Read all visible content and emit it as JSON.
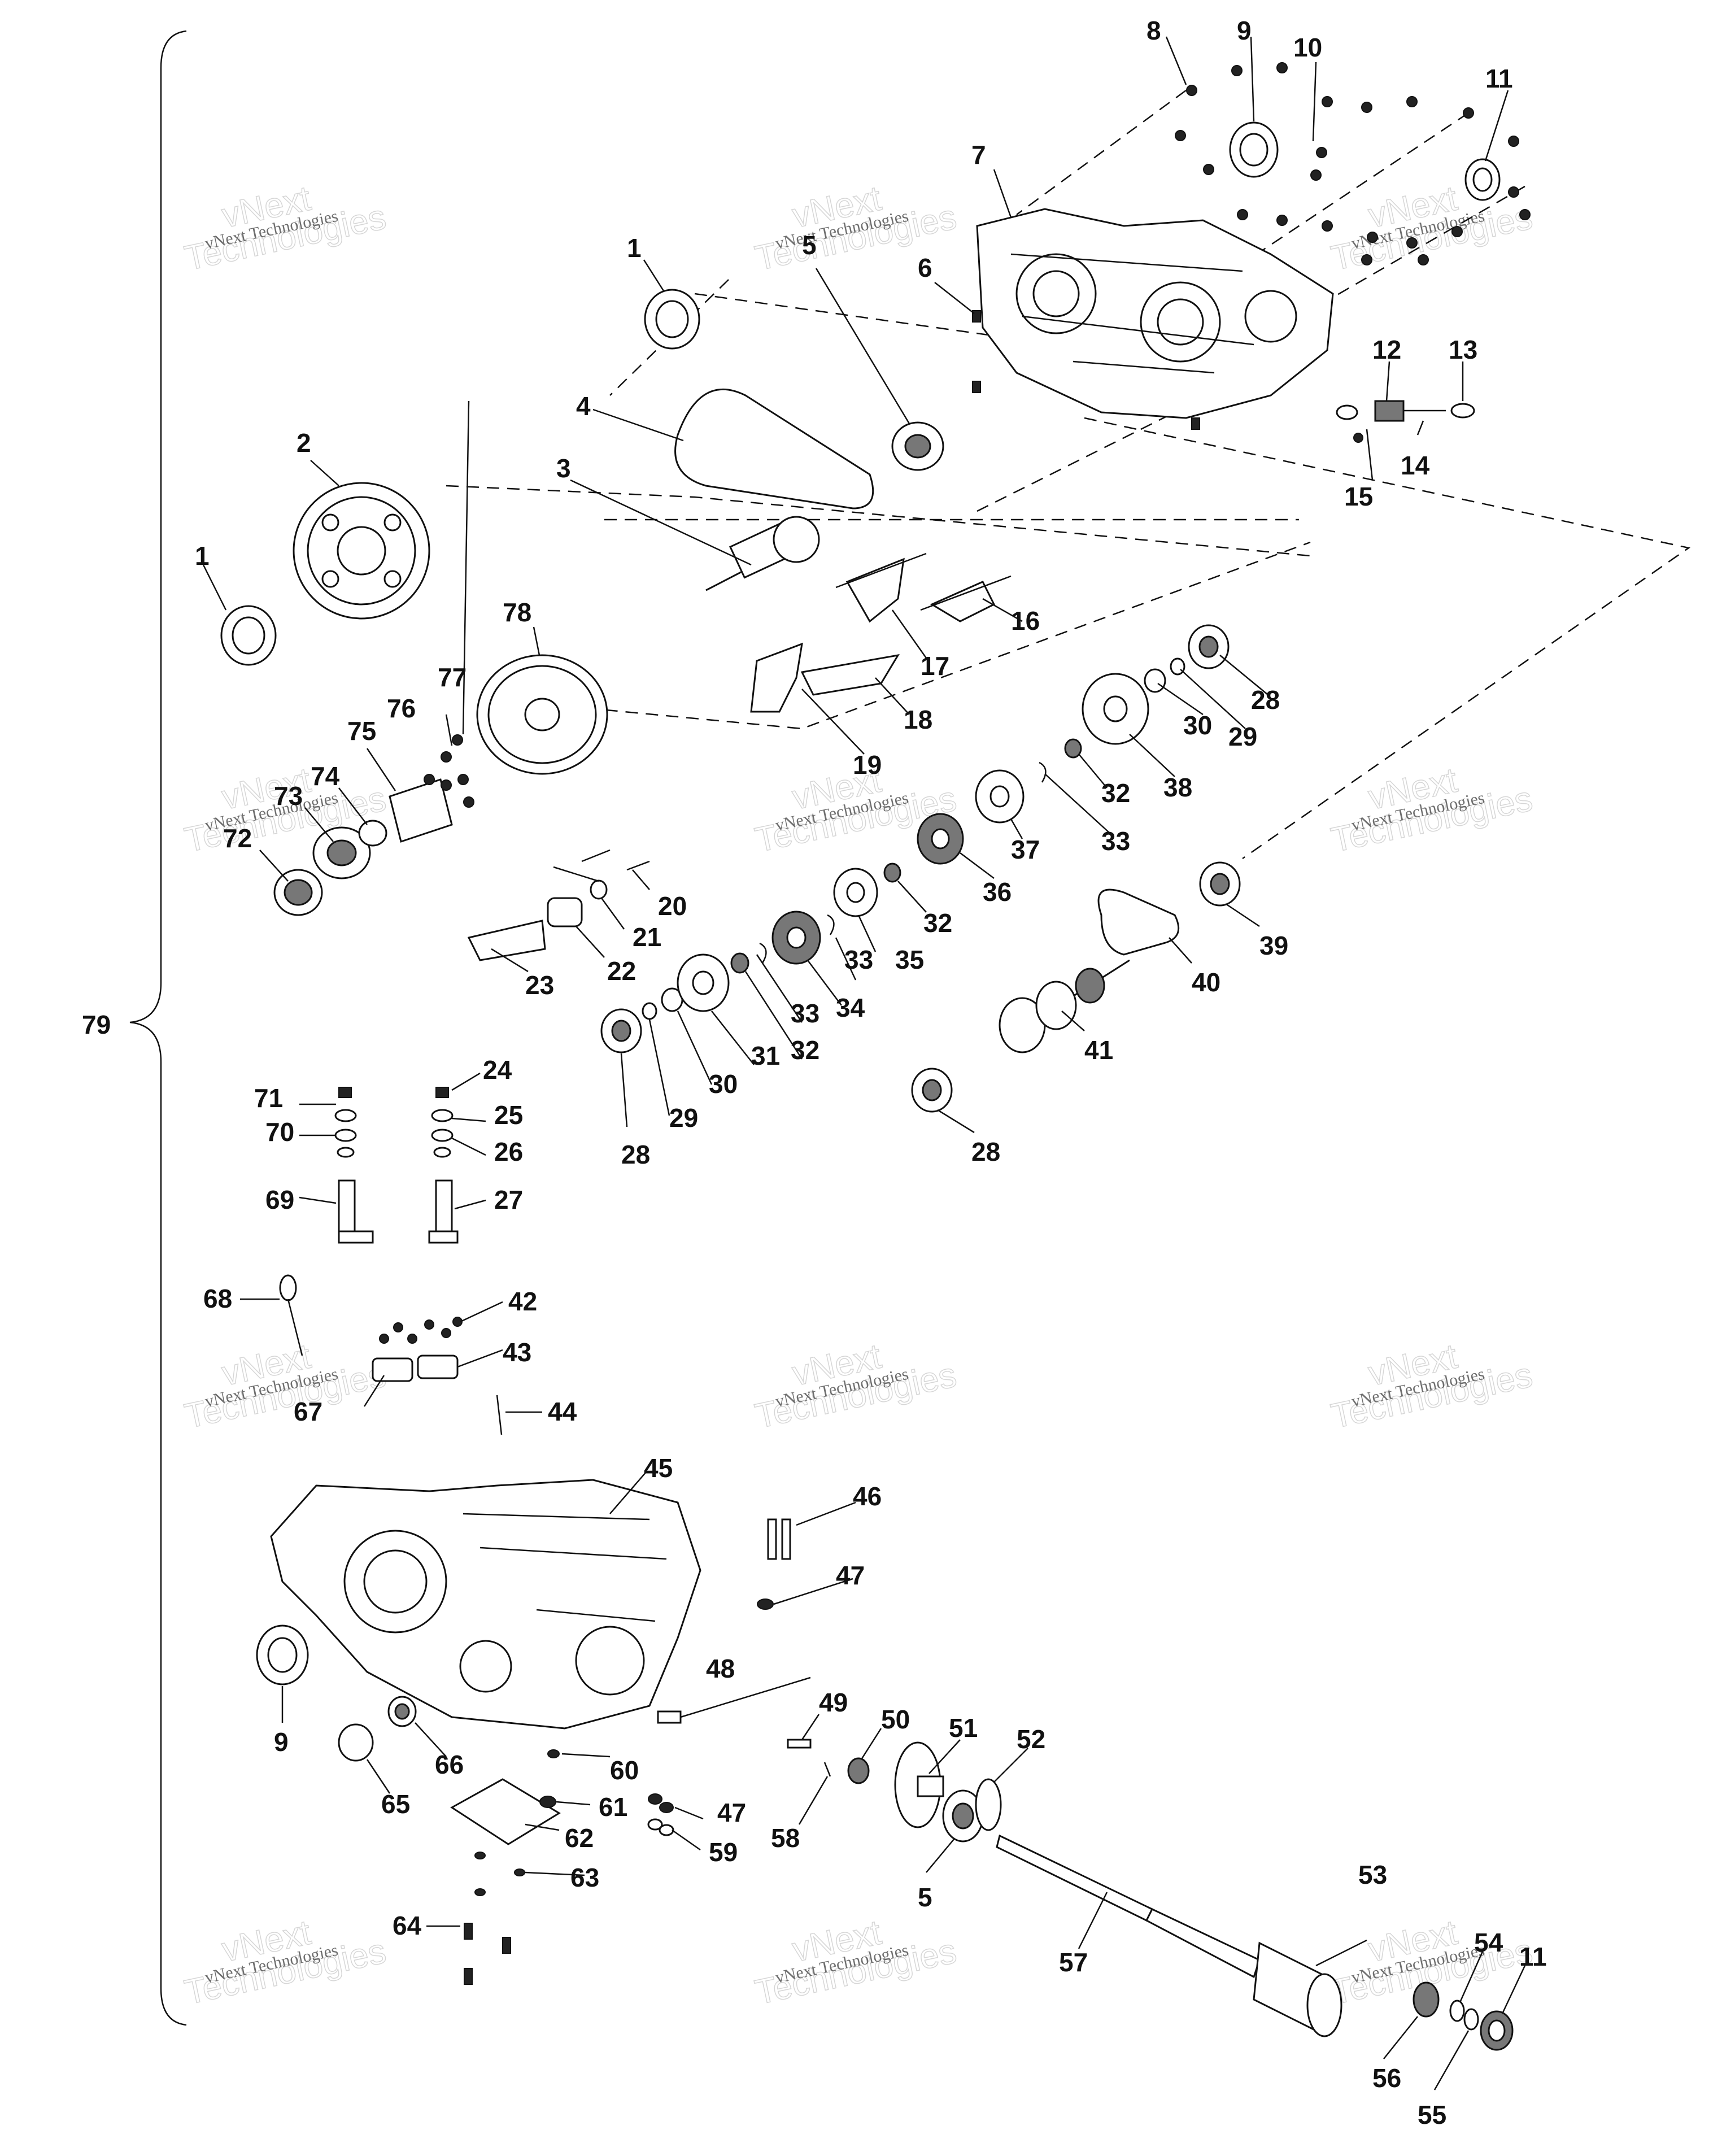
{
  "watermark": {
    "small": "vNext Technologies",
    "big_top": "vNext",
    "big_bottom": "Technologies"
  },
  "group_label": "79",
  "callouts": [
    "1",
    "2",
    "3",
    "4",
    "5",
    "6",
    "7",
    "8",
    "9",
    "10",
    "11",
    "12",
    "13",
    "14",
    "15",
    "16",
    "17",
    "18",
    "19",
    "20",
    "21",
    "22",
    "23",
    "24",
    "25",
    "26",
    "27",
    "28",
    "29",
    "30",
    "31",
    "32",
    "33",
    "34",
    "35",
    "36",
    "37",
    "38",
    "39",
    "40",
    "41",
    "42",
    "43",
    "44",
    "45",
    "46",
    "47",
    "48",
    "49",
    "50",
    "51",
    "52",
    "53",
    "54",
    "55",
    "56",
    "57",
    "58",
    "59",
    "60",
    "61",
    "62",
    "63",
    "64",
    "65",
    "66",
    "67",
    "68",
    "69",
    "70",
    "71",
    "72",
    "73",
    "74",
    "75",
    "76",
    "77",
    "78"
  ]
}
